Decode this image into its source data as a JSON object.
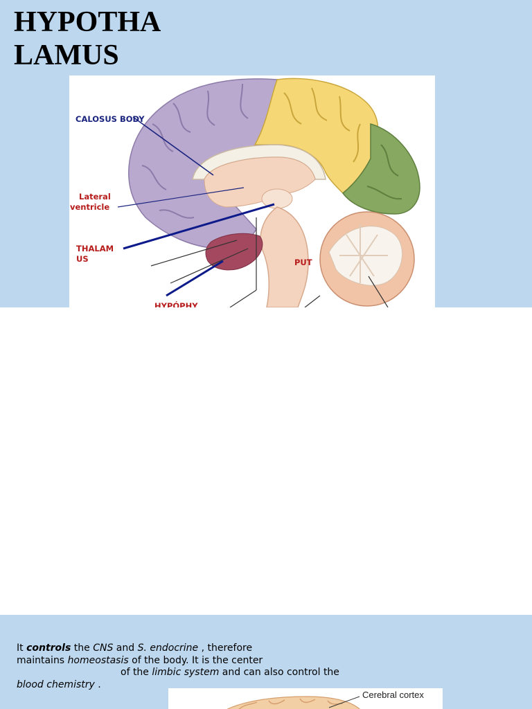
{
  "slide1": {
    "title_lines": [
      "HYPOTHA",
      "LAMUS"
    ],
    "figure": {
      "labels": {
        "callosum": "CALOSUS BODY",
        "lateral_line1": "Lateral",
        "lateral_line2": "ventricle",
        "thalamus_line1": "THALAM",
        "thalamus_line2": "US",
        "put": "PUT",
        "hypophysis": "HYPÓPHY"
      }
    }
  },
  "slide2": {
    "paragraph": {
      "t1": "It ",
      "t2": "controls",
      "t3": " the ",
      "t4": "CNS",
      "t5": " and ",
      "t6": "S. endocrine",
      "t7": " , therefore",
      "t8": "maintains ",
      "t9": "homeostasis",
      "t10": " of the body. It is the center",
      "t11": "of the ",
      "t12": "limbic system",
      "t13": " and can also control the",
      "t14": "blood chemistry",
      "t15": " ."
    },
    "figure_label": "Cerebral cortex"
  },
  "colors": {
    "slide_background": "#bdd7ee",
    "label_navy": "#1a237e",
    "label_red": "#b71c1c",
    "frontal_lobe": "#b9a9cf",
    "parietal_lobe": "#f6d776",
    "occipital_lobe": "#86a860",
    "pituitary": "#a3485f"
  }
}
